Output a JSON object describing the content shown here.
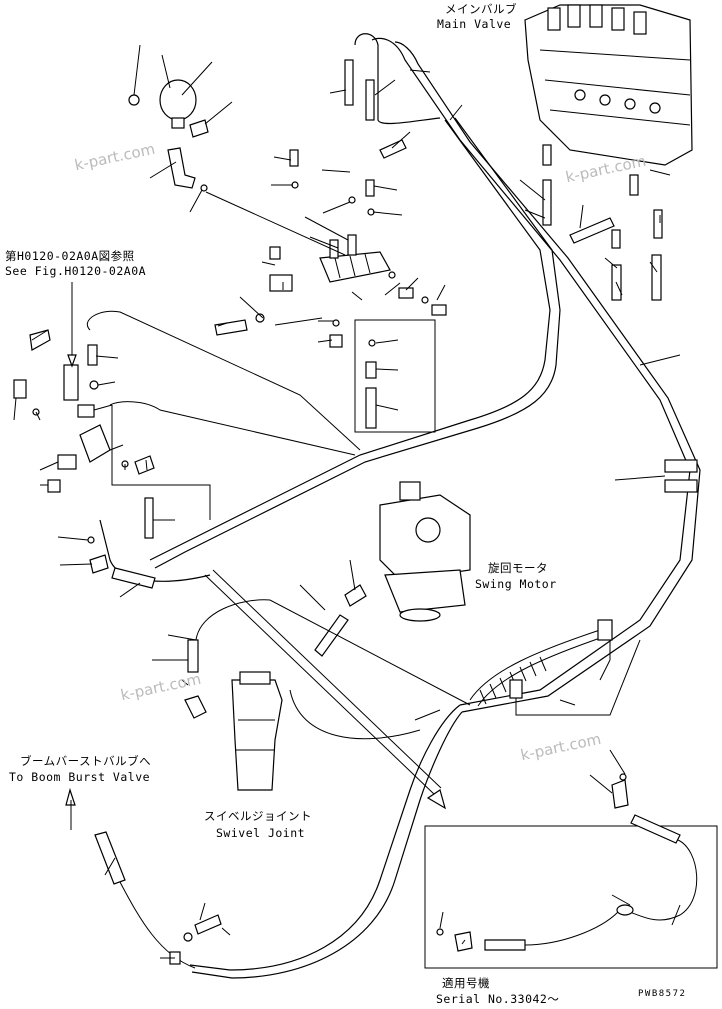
{
  "labels": {
    "main_valve_jp": "メインバルブ",
    "main_valve_en": "Main Valve",
    "see_fig_jp": "第H0120-02A0A図参照",
    "see_fig_en": "See Fig.H0120-02A0A",
    "swing_motor_jp": "旋回モータ",
    "swing_motor_en": "Swing Motor",
    "boom_burst_jp": "ブームバーストバルブへ",
    "boom_burst_en": "To Boom Burst Valve",
    "swivel_jp": "スイベルジョイント",
    "swivel_en": "Swivel Joint",
    "serial_jp": "適用号機",
    "serial_en": "Serial No.33042～",
    "drawing_code": "PWB8572"
  },
  "watermarks": [
    "k-part.com",
    "k-part.com",
    "k-part.com",
    "k-part.com"
  ],
  "colors": {
    "line": "#000000",
    "watermark": "#bbbbbb",
    "background": "#ffffff"
  }
}
